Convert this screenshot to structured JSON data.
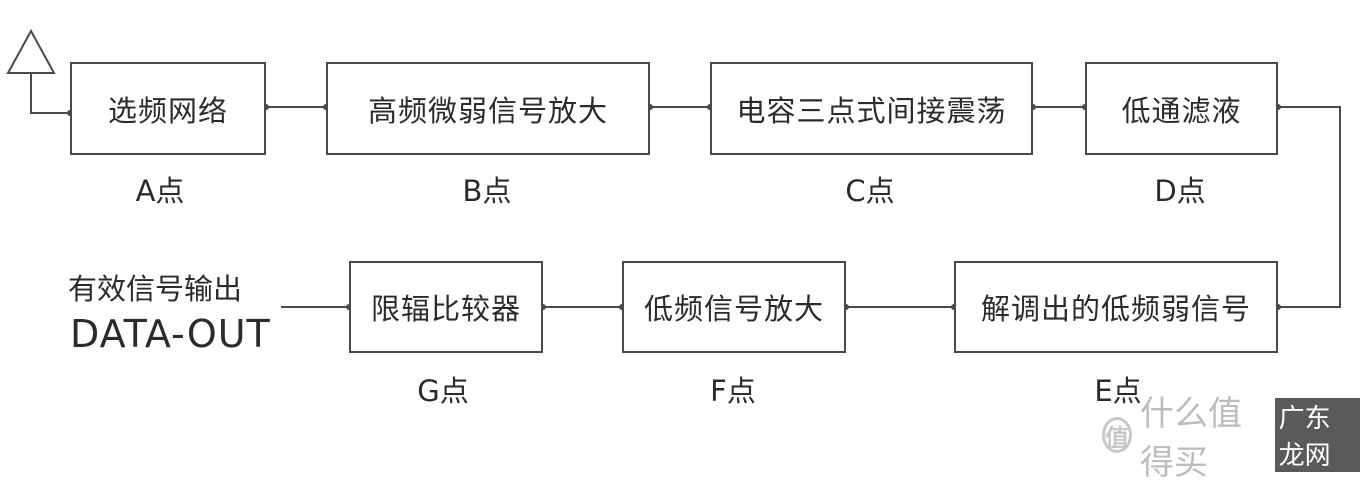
{
  "blocks": {
    "a": "选频网络",
    "b": "高频微弱信号放大",
    "c": "电容三点式间接震荡",
    "d": "低通滤液",
    "e": "解调出的低频弱信号",
    "f": "低频信号放大",
    "g": "限辐比较器"
  },
  "points": {
    "a": "A点",
    "b": "B点",
    "c": "C点",
    "d": "D点",
    "e": "E点",
    "f": "F点",
    "g": "G点"
  },
  "output": {
    "label_cn": "有效信号输出",
    "label_en": "DATA-OUT"
  },
  "watermark": {
    "badge": "值",
    "text": "什么值得买",
    "name": "广东龙网"
  },
  "colors": {
    "line": "#4a4a4a",
    "text": "#2b2b2b",
    "watermark": "#bdbdbd"
  }
}
